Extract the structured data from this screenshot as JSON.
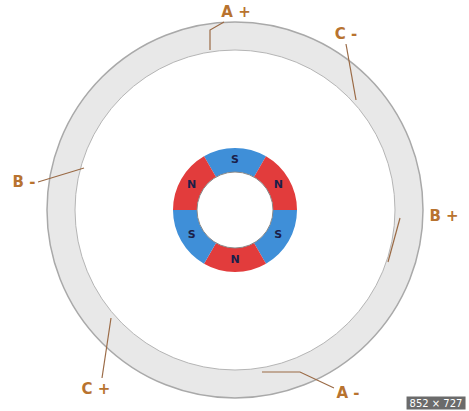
{
  "diagram": {
    "labels": [
      "A +",
      "C -",
      "B -",
      "B +",
      "C +",
      "A -",
      "N",
      "S",
      "N",
      "S",
      "N",
      "S",
      "852 × 727"
    ]
  }
}
